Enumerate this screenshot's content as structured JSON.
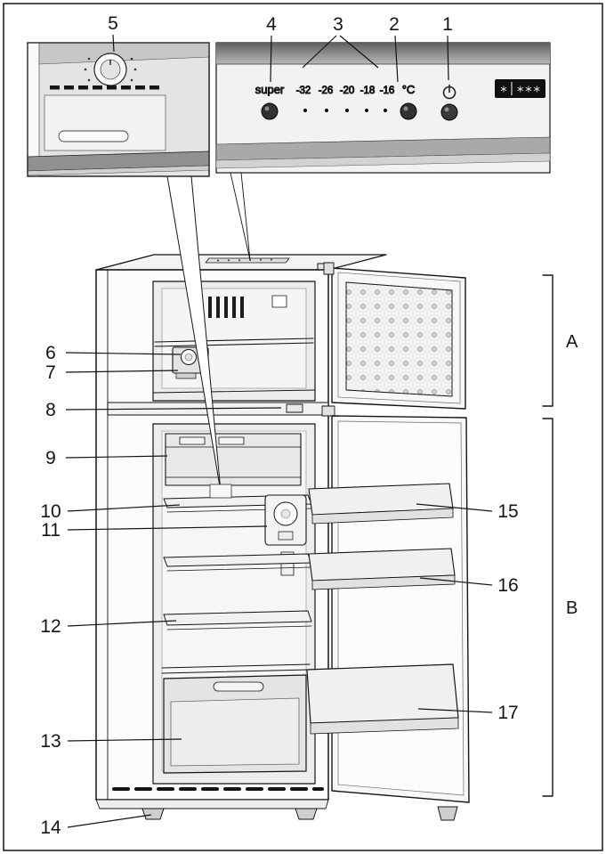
{
  "callouts": {
    "n1": "1",
    "n2": "2",
    "n3": "3",
    "n4": "4",
    "n5": "5",
    "n6": "6",
    "n7": "7",
    "n8": "8",
    "n9": "9",
    "n10": "10",
    "n11": "11",
    "n12": "12",
    "n13": "13",
    "n14": "14",
    "n15": "15",
    "n16": "16",
    "n17": "17"
  },
  "sections": {
    "freezer": "A",
    "refrigerator": "B"
  },
  "control_panel": {
    "super_label": "super",
    "temperature_scale": [
      "-32",
      "-26",
      "-20",
      "-18",
      "-16"
    ],
    "celsius_label": "°C",
    "star_rating": {
      "single": "✱",
      "triple": "✱✱✱"
    }
  },
  "colors": {
    "line": "#141414",
    "band_dark": "#5f5f5f",
    "band_mid": "#a9a9a9",
    "button": "#313131",
    "star_badge": "#101010"
  }
}
